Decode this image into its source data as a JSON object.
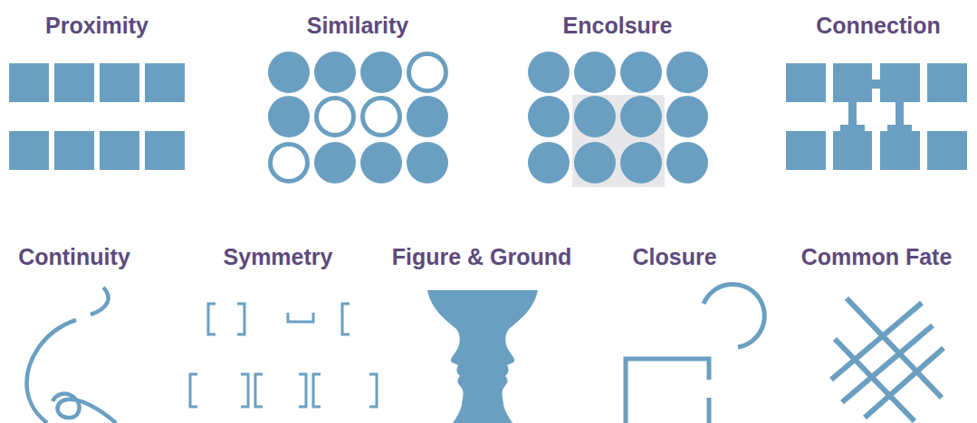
{
  "diagram": {
    "labels": [
      "Proximity",
      "Similarity",
      "Encolsure",
      "Connection",
      "Continuity",
      "Symmetry",
      "Figure & Ground",
      "Closure",
      "Common Fate"
    ]
  }
}
